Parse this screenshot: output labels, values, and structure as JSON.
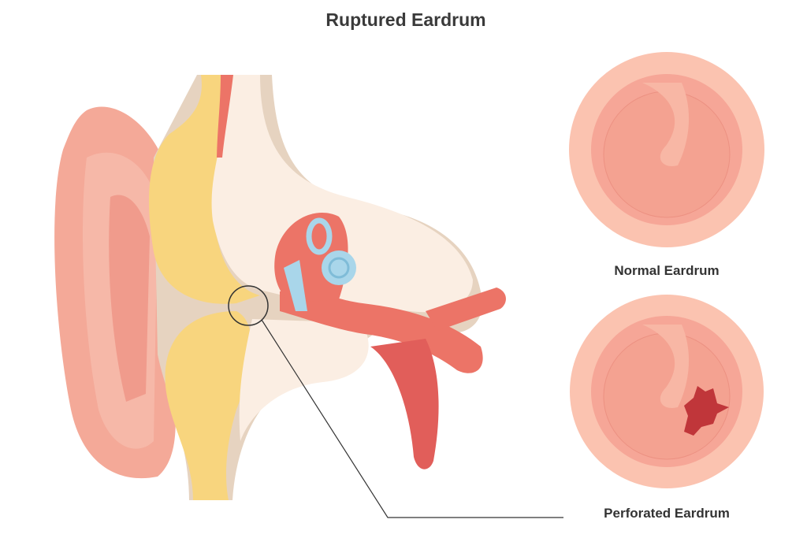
{
  "title": "Ruptured Eardrum",
  "labels": {
    "normal": "Normal Eardrum",
    "perforated": "Perforated Eardrum"
  },
  "colors": {
    "skin": "#f4a998",
    "skin_light": "#fbd3c6",
    "bone": "#fbeee3",
    "fat": "#f8d57e",
    "tissue": "#e6d3c0",
    "muscle": "#ec7467",
    "ossicles": "#a9d6ea",
    "perforation": "#c0363a"
  }
}
